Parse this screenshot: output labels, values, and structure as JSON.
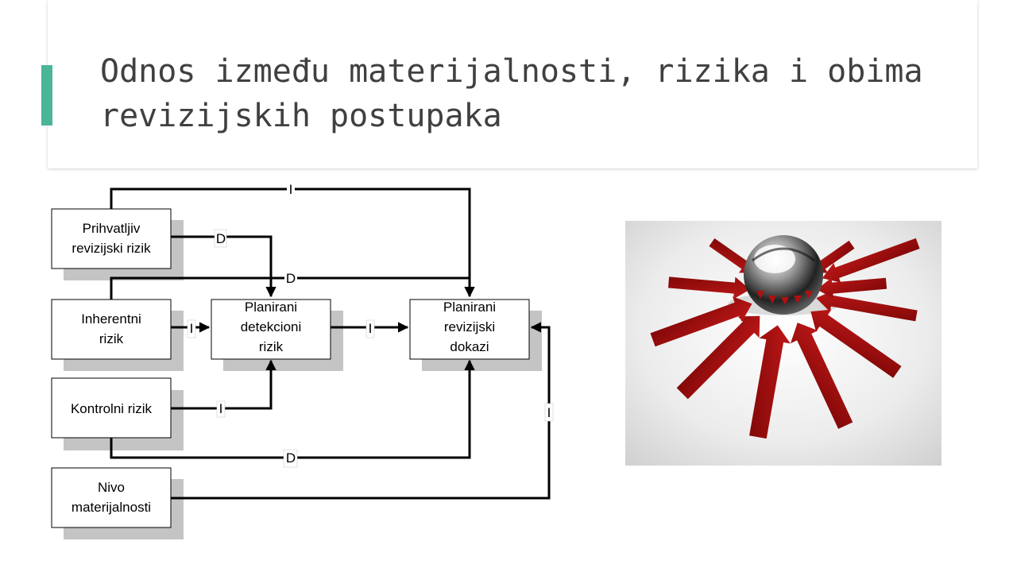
{
  "slide": {
    "title": "Odnos između materijalnosti, rizika i obima revizijskih postupaka",
    "accent_color": "#4BB59A"
  },
  "diagram": {
    "boxes": [
      {
        "id": "prihvatljiv",
        "lines": [
          "Prihvatljiv",
          "revizijski rizik"
        ]
      },
      {
        "id": "inherentni",
        "lines": [
          "Inherentni",
          "rizik"
        ]
      },
      {
        "id": "kontrolni",
        "lines": [
          "Kontrolni rizik"
        ]
      },
      {
        "id": "nivo",
        "lines": [
          "Nivo",
          "materijalnosti"
        ]
      },
      {
        "id": "detekcioni",
        "lines": [
          "Planirani",
          "detekcioni",
          "rizik"
        ]
      },
      {
        "id": "dokazi",
        "lines": [
          "Planirani",
          "revizijski",
          "dokazi"
        ]
      }
    ],
    "edge_labels": {
      "prihvatljiv_to_dokazi": "I",
      "prihvatljiv_to_detekcioni": "D",
      "inherentni_to_dokazi": "D",
      "inherentni_to_detekcioni": "I",
      "detekcioni_to_dokazi": "I",
      "kontrolni_to_detekcioni": "I",
      "kontrolni_to_dokazi": "D",
      "nivo_to_dokazi": "I"
    }
  },
  "image": {
    "icon": "sphere-with-red-arrows-image"
  }
}
